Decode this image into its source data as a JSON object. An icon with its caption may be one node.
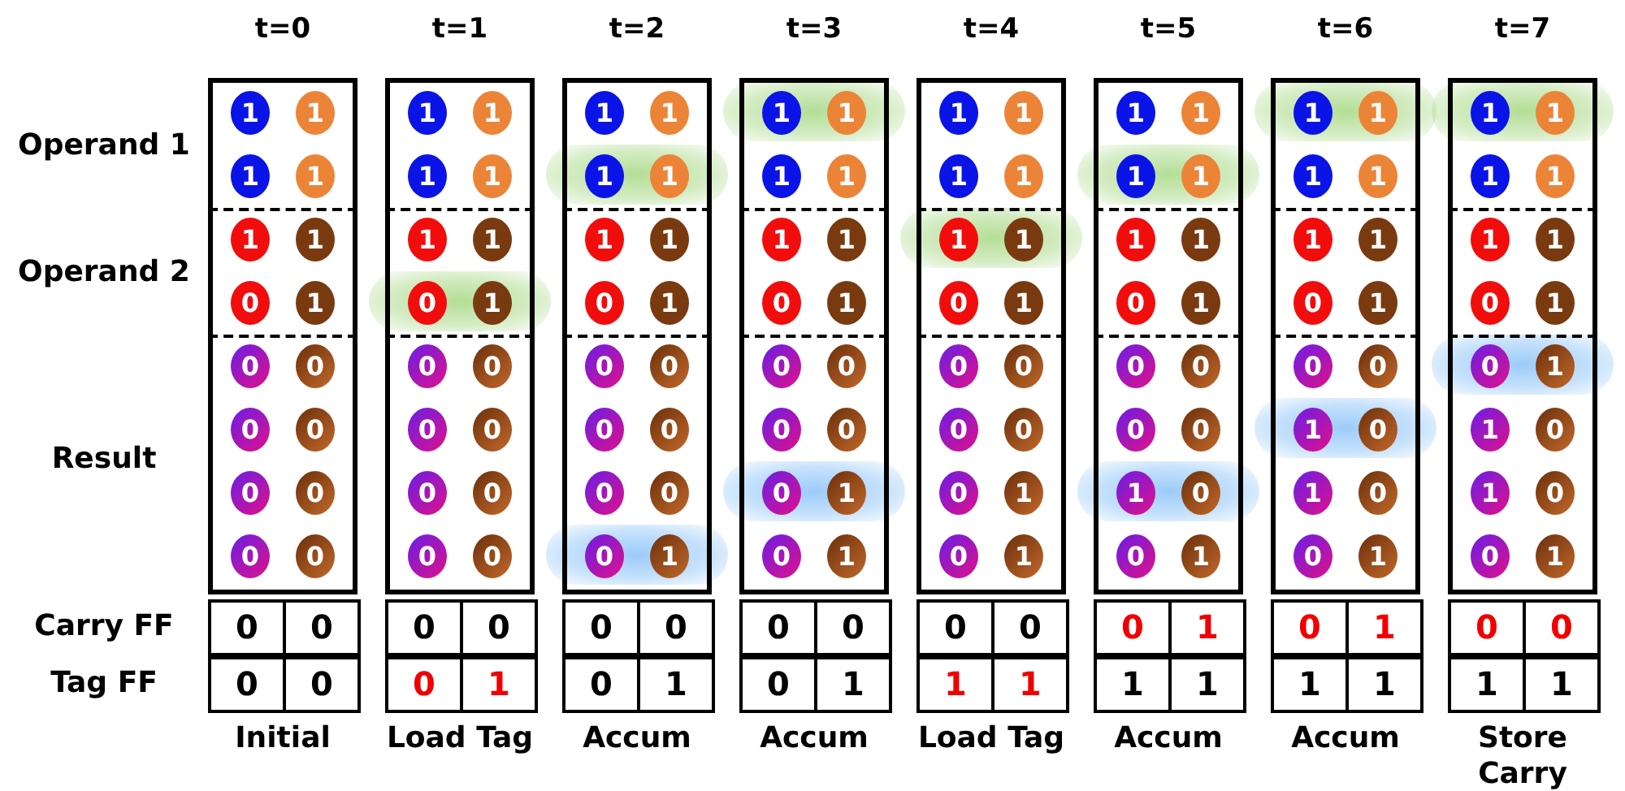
{
  "diagram": {
    "labels": [
      "t=0",
      "t=1",
      "t=2",
      "t=3",
      "t=4",
      "t=5",
      "t=6",
      "t=7",
      "Operand 1",
      "1",
      "1",
      "1",
      "1",
      "1",
      "1",
      "1",
      "1",
      "1",
      "1",
      "1",
      "1",
      "1",
      "1",
      "1",
      "1",
      "1",
      "1",
      "1",
      "1",
      "1",
      "1",
      "1",
      "1",
      "1",
      "1",
      "1",
      "1",
      "1",
      "1",
      "1",
      "1",
      "Operand 2",
      "1",
      "1",
      "1",
      "1",
      "1",
      "1",
      "1",
      "1",
      "1",
      "1",
      "1",
      "1",
      "1",
      "1",
      "1",
      "1",
      "0",
      "1",
      "0",
      "1",
      "0",
      "1",
      "0",
      "1",
      "0",
      "1",
      "0",
      "1",
      "0",
      "1",
      "0",
      "1",
      "Result",
      "0",
      "0",
      "0",
      "0",
      "0",
      "0",
      "0",
      "0",
      "0",
      "0",
      "0",
      "0",
      "0",
      "0",
      "0",
      "1",
      "0",
      "0",
      "0",
      "0",
      "0",
      "0",
      "0",
      "0",
      "0",
      "0",
      "0",
      "0",
      "1",
      "0",
      "1",
      "0",
      "0",
      "0",
      "0",
      "0",
      "0",
      "0",
      "0",
      "1",
      "0",
      "1",
      "1",
      "0",
      "1",
      "0",
      "1",
      "0",
      "0",
      "0",
      "0",
      "0",
      "0",
      "1",
      "0",
      "1",
      "0",
      "1",
      "0",
      "1",
      "0",
      "1",
      "0",
      "1",
      "Carry FF",
      "0",
      "0",
      "0",
      "0",
      "0",
      "0",
      "0",
      "0",
      "0",
      "0",
      "0",
      "1",
      "0",
      "1",
      "0",
      "0",
      "Tag FF",
      "0",
      "0",
      "0",
      "1",
      "0",
      "1",
      "0",
      "1",
      "1",
      "1",
      "1",
      "1",
      "1",
      "1",
      "1",
      "1",
      "Initial",
      "Load Tag",
      "Accum",
      "Accum",
      "Load Tag",
      "Accum",
      "Accum",
      "Store Carry"
    ]
  }
}
